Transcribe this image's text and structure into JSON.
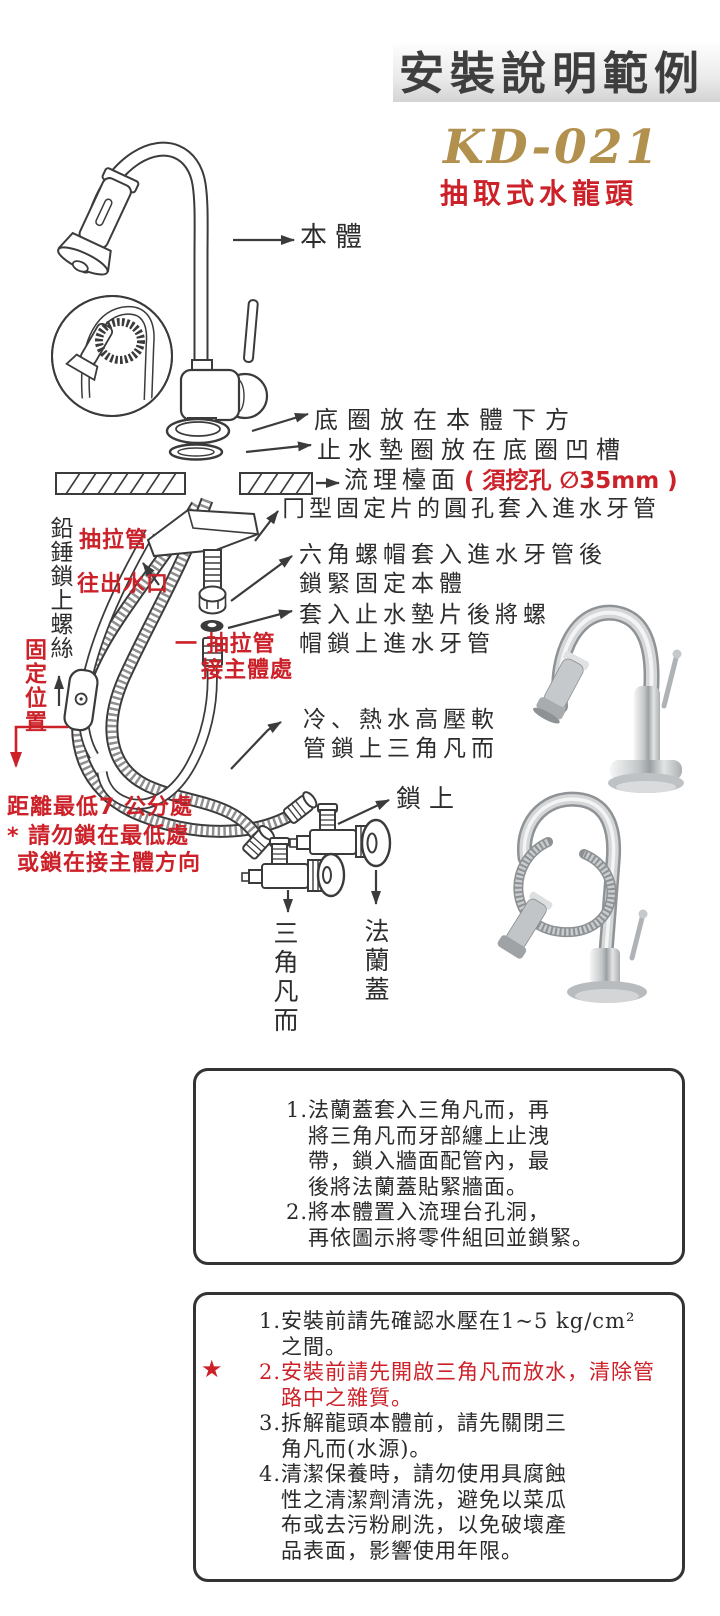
{
  "header": {
    "title": "安裝說明範例",
    "model": "KD-021",
    "product_type": "抽取式水龍頭"
  },
  "colors": {
    "accent_red": "#cc2129",
    "model_gold": "#b2904e",
    "line_art": "#3b3b3b"
  },
  "diagram": {
    "labels": {
      "body": "本體",
      "base_ring": "底圈放在本體下方",
      "seal_ring": "止水墊圈放在底圈凹槽",
      "countertop": "流理檯面",
      "countertop_note": "( 須挖孔 ∅35mm )",
      "bracket": "冂型固定片的圓孔套入進水牙管",
      "hex_nut_1": "六角螺帽套入進水牙管後",
      "hex_nut_2": "鎖緊固定本體",
      "washer_1": "套入止水墊片後將螺",
      "washer_2": "帽鎖上進水牙管",
      "hose_1": "冷、熱水高壓軟",
      "hose_2": "管鎖上三角凡而",
      "lock_on": "鎖上",
      "angle_valve": "三角凡而",
      "flange_cover": "法蘭蓋",
      "plumb_screw": "鉛錘鎖上螺絲",
      "pull_hose": "抽拉管",
      "to_outlet": "往出水口",
      "fixed_position": "固定位置",
      "hose_to_body_1": "一 抽拉管",
      "hose_to_body_2": "接主體處",
      "distance_1": "距離最低7 公分處",
      "distance_2": "* 請勿鎖在最低處",
      "distance_3": "或鎖在接主體方向"
    }
  },
  "instruction_box1": {
    "lines": [
      "1.法蘭蓋套入三角凡而，再",
      "將三角凡而牙部纏上止洩",
      "帶，鎖入牆面配管內，最",
      "後將法蘭蓋貼緊牆面。",
      "2.將本體置入流理台孔洞，",
      "再依圖示將零件組回並鎖緊。"
    ]
  },
  "instruction_box2": {
    "star": "★",
    "lines": [
      "1.安裝前請先確認水壓在1~5 kg/cm²",
      "之間。",
      "2.安裝前請先開啟三角凡而放水，清除管",
      "路中之雜質。",
      "3.拆解龍頭本體前，請先關閉三",
      "角凡而(水源)。",
      "4.清潔保養時，請勿使用具腐蝕",
      "性之清潔劑清洗，避免以菜瓜",
      "布或去污粉刷洗，以免破壞產",
      "品表面，影響使用年限。"
    ]
  }
}
